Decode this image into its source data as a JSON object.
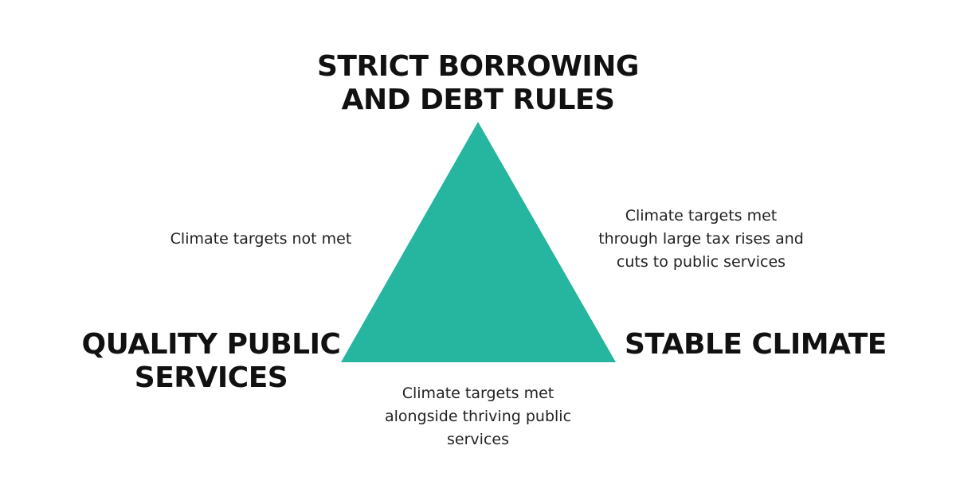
{
  "colors": {
    "triangle_fill": "#26b59e",
    "text": "#111111",
    "background": "#ffffff"
  },
  "corners": {
    "top": {
      "line1": "STRICT BORROWING",
      "line2": "AND DEBT RULES"
    },
    "left": {
      "line1": "QUALITY PUBLIC",
      "line2": "SERVICES"
    },
    "right": {
      "line1": "STABLE CLIMATE"
    }
  },
  "edges": {
    "left": {
      "line1": "Climate targets not met"
    },
    "right": {
      "line1": "Climate targets met",
      "line2": "through large tax rises and",
      "line3": "cuts to public services"
    },
    "bottom": {
      "line1": "Climate targets met",
      "line2": "alongside thriving public",
      "line3": "services"
    }
  }
}
